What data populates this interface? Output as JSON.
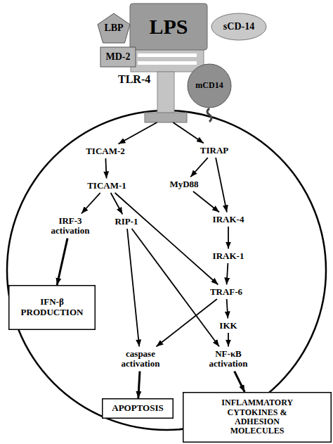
{
  "diagram": {
    "nodes": [
      {
        "text": [
          "LBP"
        ]
      },
      {
        "text": [
          "LPS"
        ]
      },
      {
        "text": [
          "sCD-14"
        ]
      },
      {
        "text": [
          "MD-2"
        ]
      },
      {
        "text": [
          "TLR-4"
        ]
      },
      {
        "text": [
          "mCD14"
        ]
      },
      {
        "text": [
          "TICAM-2"
        ]
      },
      {
        "text": [
          "TIRAP"
        ]
      },
      {
        "text": [
          "TICAM-1"
        ]
      },
      {
        "text": [
          "MyD88"
        ]
      },
      {
        "text": [
          "IRF-3 activation"
        ]
      },
      {
        "text": [
          "RIP-1"
        ]
      },
      {
        "text": [
          "IRAK-4"
        ]
      },
      {
        "text": [
          "IRAK-1"
        ]
      },
      {
        "text": [
          "TRAF-6"
        ]
      },
      {
        "text": [
          "IFN-β PRODUCTION"
        ]
      },
      {
        "text": [
          "IKK"
        ]
      },
      {
        "text": [
          "caspase activation"
        ]
      },
      {
        "text": [
          "NF-κB activation"
        ]
      },
      {
        "text": [
          "APOPTOSIS"
        ]
      },
      {
        "text": [
          "INFLAMMATORY CYTOKINES & ADHESION MOLECULES"
        ]
      }
    ],
    "edges": [
      {
        "from": 4,
        "to": 6,
        "arrow": "to"
      },
      {
        "from": 4,
        "to": 7,
        "arrow": "to"
      },
      {
        "from": 6,
        "to": 8,
        "arrow": "to"
      },
      {
        "from": 7,
        "to": 9,
        "arrow": "to"
      },
      {
        "from": 7,
        "to": 12,
        "arrow": "to"
      },
      {
        "from": 9,
        "to": 12,
        "arrow": "to"
      },
      {
        "from": 8,
        "to": 10,
        "arrow": "to"
      },
      {
        "from": 8,
        "to": 11,
        "arrow": "to"
      },
      {
        "from": 8,
        "to": 14,
        "arrow": "to"
      },
      {
        "from": 10,
        "to": 15,
        "arrow": "to"
      },
      {
        "from": 11,
        "to": 17,
        "arrow": "to"
      },
      {
        "from": 11,
        "to": 18,
        "arrow": "to"
      },
      {
        "from": 12,
        "to": 13,
        "arrow": "to"
      },
      {
        "from": 13,
        "to": 14,
        "arrow": "to"
      },
      {
        "from": 14,
        "to": 16,
        "arrow": "to"
      },
      {
        "from": 14,
        "to": 17,
        "arrow": "to"
      },
      {
        "from": 16,
        "to": 18,
        "arrow": "to"
      },
      {
        "from": 17,
        "to": 19,
        "arrow": "to"
      },
      {
        "from": 18,
        "to": 20,
        "arrow": "to"
      }
    ]
  }
}
